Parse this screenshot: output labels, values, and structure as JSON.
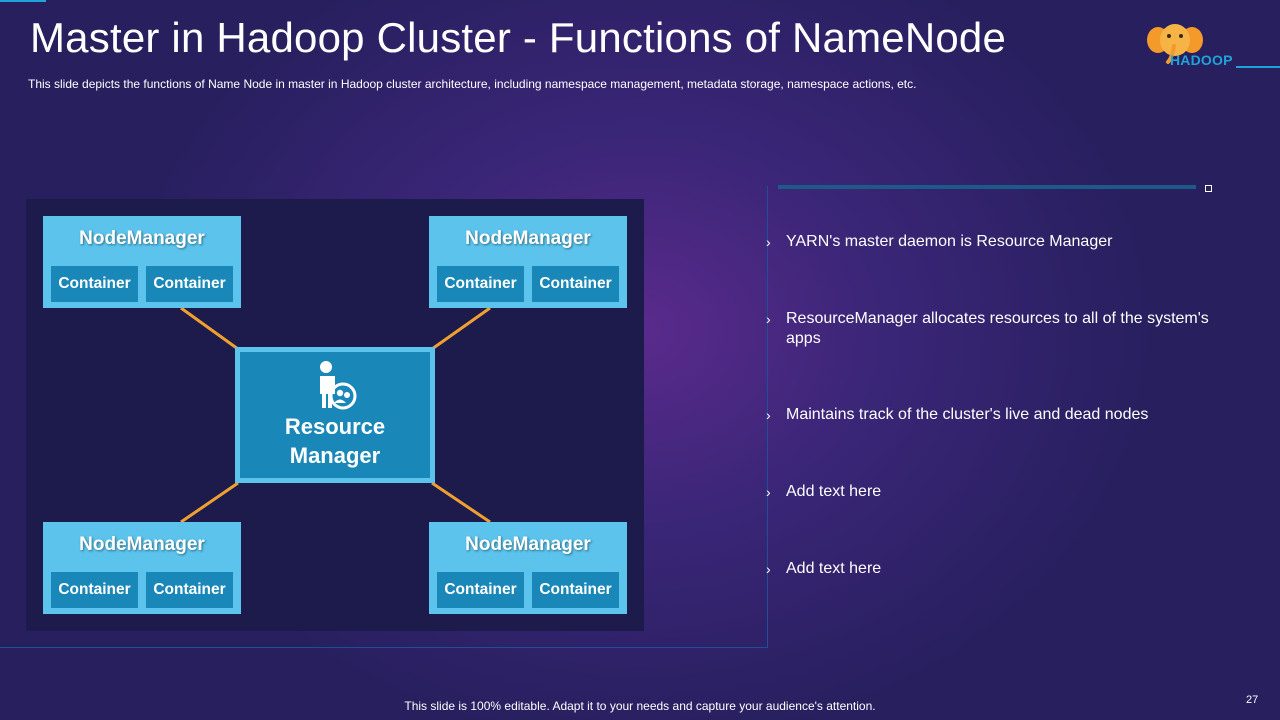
{
  "slide": {
    "title": "Master in Hadoop Cluster - Functions of NameNode",
    "subtitle": "This slide depicts the functions of Name Node in master in Hadoop cluster architecture, including namespace management, metadata storage, namespace actions, etc.",
    "logo_text": "HADOOP",
    "footer": "This slide is 100% editable. Adapt it to your needs and capture your audience's attention.",
    "page_number": "27"
  },
  "diagram": {
    "center": {
      "line1": "Resource",
      "line2": "Manager",
      "icon": "manager-person-icon"
    },
    "nodes": [
      {
        "title": "NodeManager",
        "containers": [
          "Container",
          "Container"
        ]
      },
      {
        "title": "NodeManager",
        "containers": [
          "Container",
          "Container"
        ]
      },
      {
        "title": "NodeManager",
        "containers": [
          "Container",
          "Container"
        ]
      },
      {
        "title": "NodeManager",
        "containers": [
          "Container",
          "Container"
        ]
      }
    ],
    "colors": {
      "node": "#5bc3ec",
      "container": "#1a87b9",
      "connector": "#f0a030",
      "background": "#1d1a4c"
    }
  },
  "bullets": [
    "YARN's master daemon is Resource Manager",
    "ResourceManager allocates resources to all of the system's apps",
    "Maintains track of the cluster's live and dead nodes",
    "Add text here",
    "Add text here"
  ],
  "bullet_marker": "›",
  "accent_color": "#1fa3d8"
}
